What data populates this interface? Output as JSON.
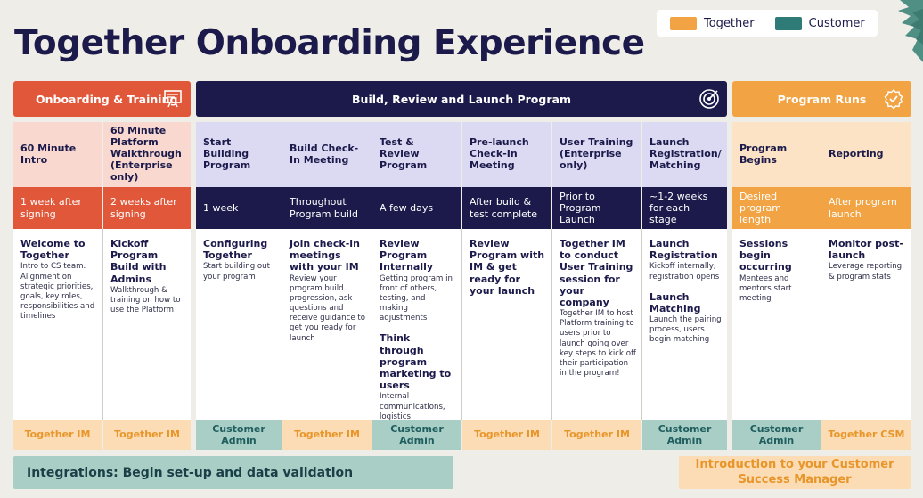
{
  "title": "Together Onboarding Experience",
  "legend": [
    {
      "label": "Together",
      "color": "#f2a445"
    },
    {
      "label": "Customer",
      "color": "#2f7b78"
    }
  ],
  "phases": [
    {
      "label": "Onboarding & Training",
      "icon": "presentation-icon"
    },
    {
      "label": "Build, Review and Launch Program",
      "icon": "target-icon"
    },
    {
      "label": "Program Runs",
      "icon": "check-badge-icon"
    }
  ],
  "columns": [
    {
      "header": "60 Minute Intro",
      "duration": "1 week after signing",
      "blocks": [
        {
          "title": "Welcome to Together",
          "desc": "Intro to CS team. Alignment on strategic priorities, goals, key roles, responsibilities and timelines"
        }
      ],
      "owner": "Together IM"
    },
    {
      "header": "60 Minute Platform Walkthrough (Enterprise only)",
      "duration": "2 weeks after signing",
      "blocks": [
        {
          "title": "Kickoff Program Build with Admins",
          "desc": "Walkthrough & training on how to use the Platform"
        }
      ],
      "owner": "Together IM"
    },
    {
      "header": "Start Building Program",
      "duration": "1 week",
      "blocks": [
        {
          "title": "Configuring Together",
          "desc": "Start building out your program!"
        }
      ],
      "owner": "Customer Admin"
    },
    {
      "header": "Build Check-In Meeting",
      "duration": "Throughout Program build",
      "blocks": [
        {
          "title": "Join check-in meetings with your IM",
          "desc": "Review your program build progression, ask questions and receive guidance to get you ready for launch"
        }
      ],
      "owner": "Together IM"
    },
    {
      "header": "Test & Review Program",
      "duration": "A few days",
      "blocks": [
        {
          "title": "Review Program Internally",
          "desc": "Getting program in front of others, testing, and making adjustments"
        },
        {
          "title": "Think through program marketing to users",
          "desc": "Internal communications, logistics"
        }
      ],
      "owner": "Customer Admin"
    },
    {
      "header": "Pre-launch Check-In Meeting",
      "duration": "After build & test complete",
      "blocks": [
        {
          "title": "Review Program with IM & get ready for your launch",
          "desc": ""
        }
      ],
      "owner": "Together IM"
    },
    {
      "header": "User Training (Enterprise only)",
      "duration": "Prior to Program Launch",
      "blocks": [
        {
          "title": "Together IM to conduct User Training session for your company",
          "desc": "Together IM to host Platform training to users prior to launch going over key steps to kick off their participation in the program!"
        }
      ],
      "owner": "Together IM"
    },
    {
      "header": "Launch Registration/ Matching",
      "duration": "~1-2 weeks for each stage",
      "blocks": [
        {
          "title": "Launch Registration",
          "desc": "Kickoff internally, registration opens"
        },
        {
          "title": "Launch Matching",
          "desc": "Launch the pairing process, users begin matching"
        }
      ],
      "owner": "Customer Admin"
    },
    {
      "header": "Program Begins",
      "duration": "Desired program length",
      "blocks": [
        {
          "title": "Sessions begin occurring",
          "desc": "Mentees and mentors start meeting"
        }
      ],
      "owner": "Customer Admin"
    },
    {
      "header": "Reporting",
      "duration": "After program launch",
      "blocks": [
        {
          "title": "Monitor post-launch",
          "desc": "Leverage reporting & program stats"
        }
      ],
      "owner": "Together CSM"
    }
  ],
  "bottom": {
    "integrations": "Integrations: Begin set-up and data validation",
    "csm_intro": "Introduction to your Customer Success Manager"
  }
}
